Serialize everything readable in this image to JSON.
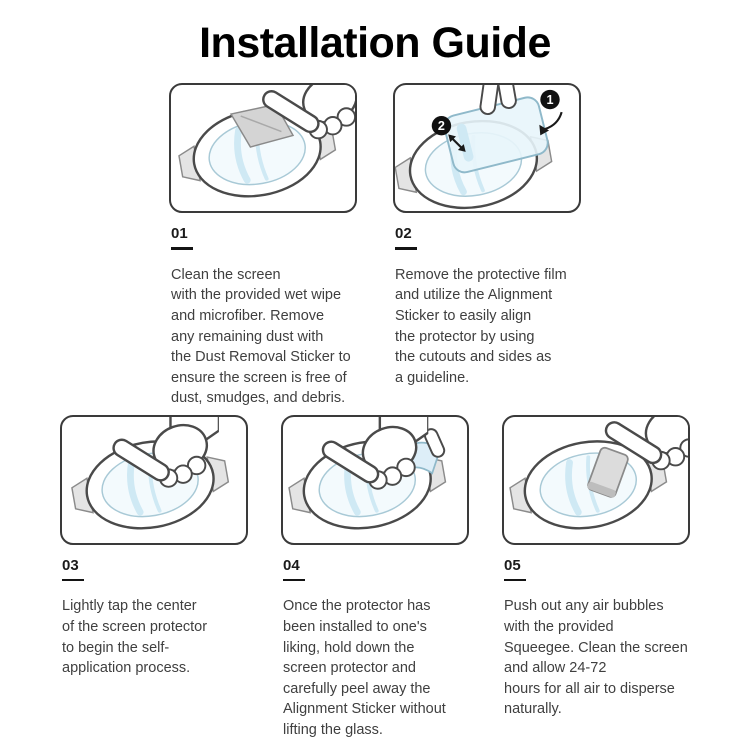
{
  "title": "Installation Guide",
  "steps": [
    {
      "number": "01",
      "text": "Clean the screen\nwith the provided wet wipe\nand microfiber. Remove\nany remaining dust with\nthe Dust Removal Sticker to\nensure the screen is free of\ndust, smudges, and debris."
    },
    {
      "number": "02",
      "text": "Remove the protective film\nand utilize the Alignment\nSticker to easily align\nthe protector by using\nthe cutouts and sides as\na guideline.",
      "badges": [
        "1",
        "2"
      ]
    },
    {
      "number": "03",
      "text": "Lightly tap the center\nof the screen protector\nto begin the self-\napplication process."
    },
    {
      "number": "04",
      "text": "Once the protector has\nbeen installed to one's\nliking, hold down the\nscreen protector and\ncarefully peel away the\nAlignment Sticker without\nlifting the glass."
    },
    {
      "number": "05",
      "text": "Push out any air bubbles\nwith the provided\nSqueegee. Clean the screen\nand allow 24-72\nhours for all air to disperse\nnaturally."
    }
  ],
  "colors": {
    "outline": "#4a4a4a",
    "screen_tint": "#f3fafd",
    "film_tint": "#e8f5fb",
    "badge_bg": "#111111"
  }
}
